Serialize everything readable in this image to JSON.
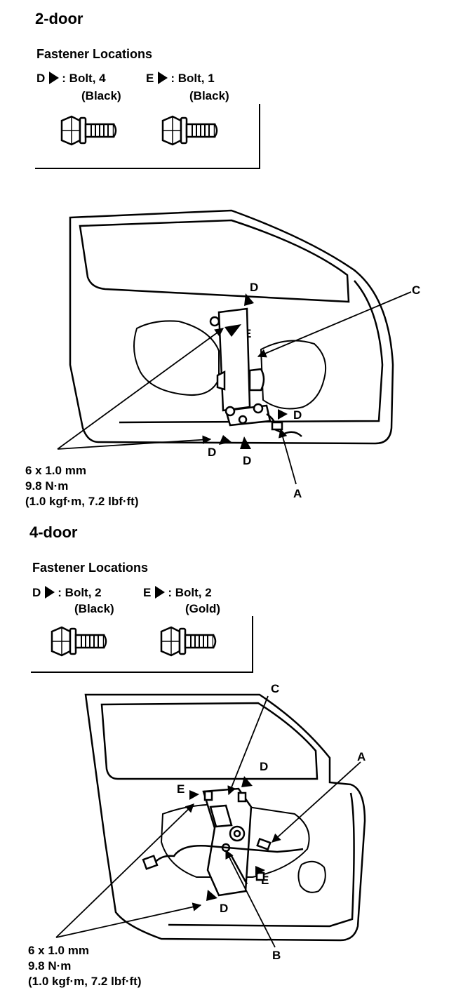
{
  "door2": {
    "title": "2-door",
    "fastener_heading": "Fastener Locations",
    "legend_d": {
      "letter": "D",
      "text": ": Bolt, 4",
      "color": "(Black)"
    },
    "legend_e": {
      "letter": "E",
      "text": ": Bolt, 1",
      "color": "(Black)"
    },
    "labels": {
      "a": "A",
      "c": "C",
      "d": "D",
      "e": "E"
    },
    "spec": [
      "6 x 1.0 mm",
      "9.8 N·m",
      "(1.0 kgf·m, 7.2 lbf·ft)"
    ]
  },
  "door4": {
    "title": "4-door",
    "fastener_heading": "Fastener Locations",
    "legend_d": {
      "letter": "D",
      "text": ": Bolt, 2",
      "color": "(Black)"
    },
    "legend_e": {
      "letter": "E",
      "text": ": Bolt, 2",
      "color": "(Gold)"
    },
    "labels": {
      "a": "A",
      "b": "B",
      "c": "C",
      "d": "D",
      "e": "E"
    },
    "spec": [
      "6 x 1.0 mm",
      "9.8 N·m",
      "(1.0 kgf·m, 7.2 lbf·ft)"
    ]
  }
}
